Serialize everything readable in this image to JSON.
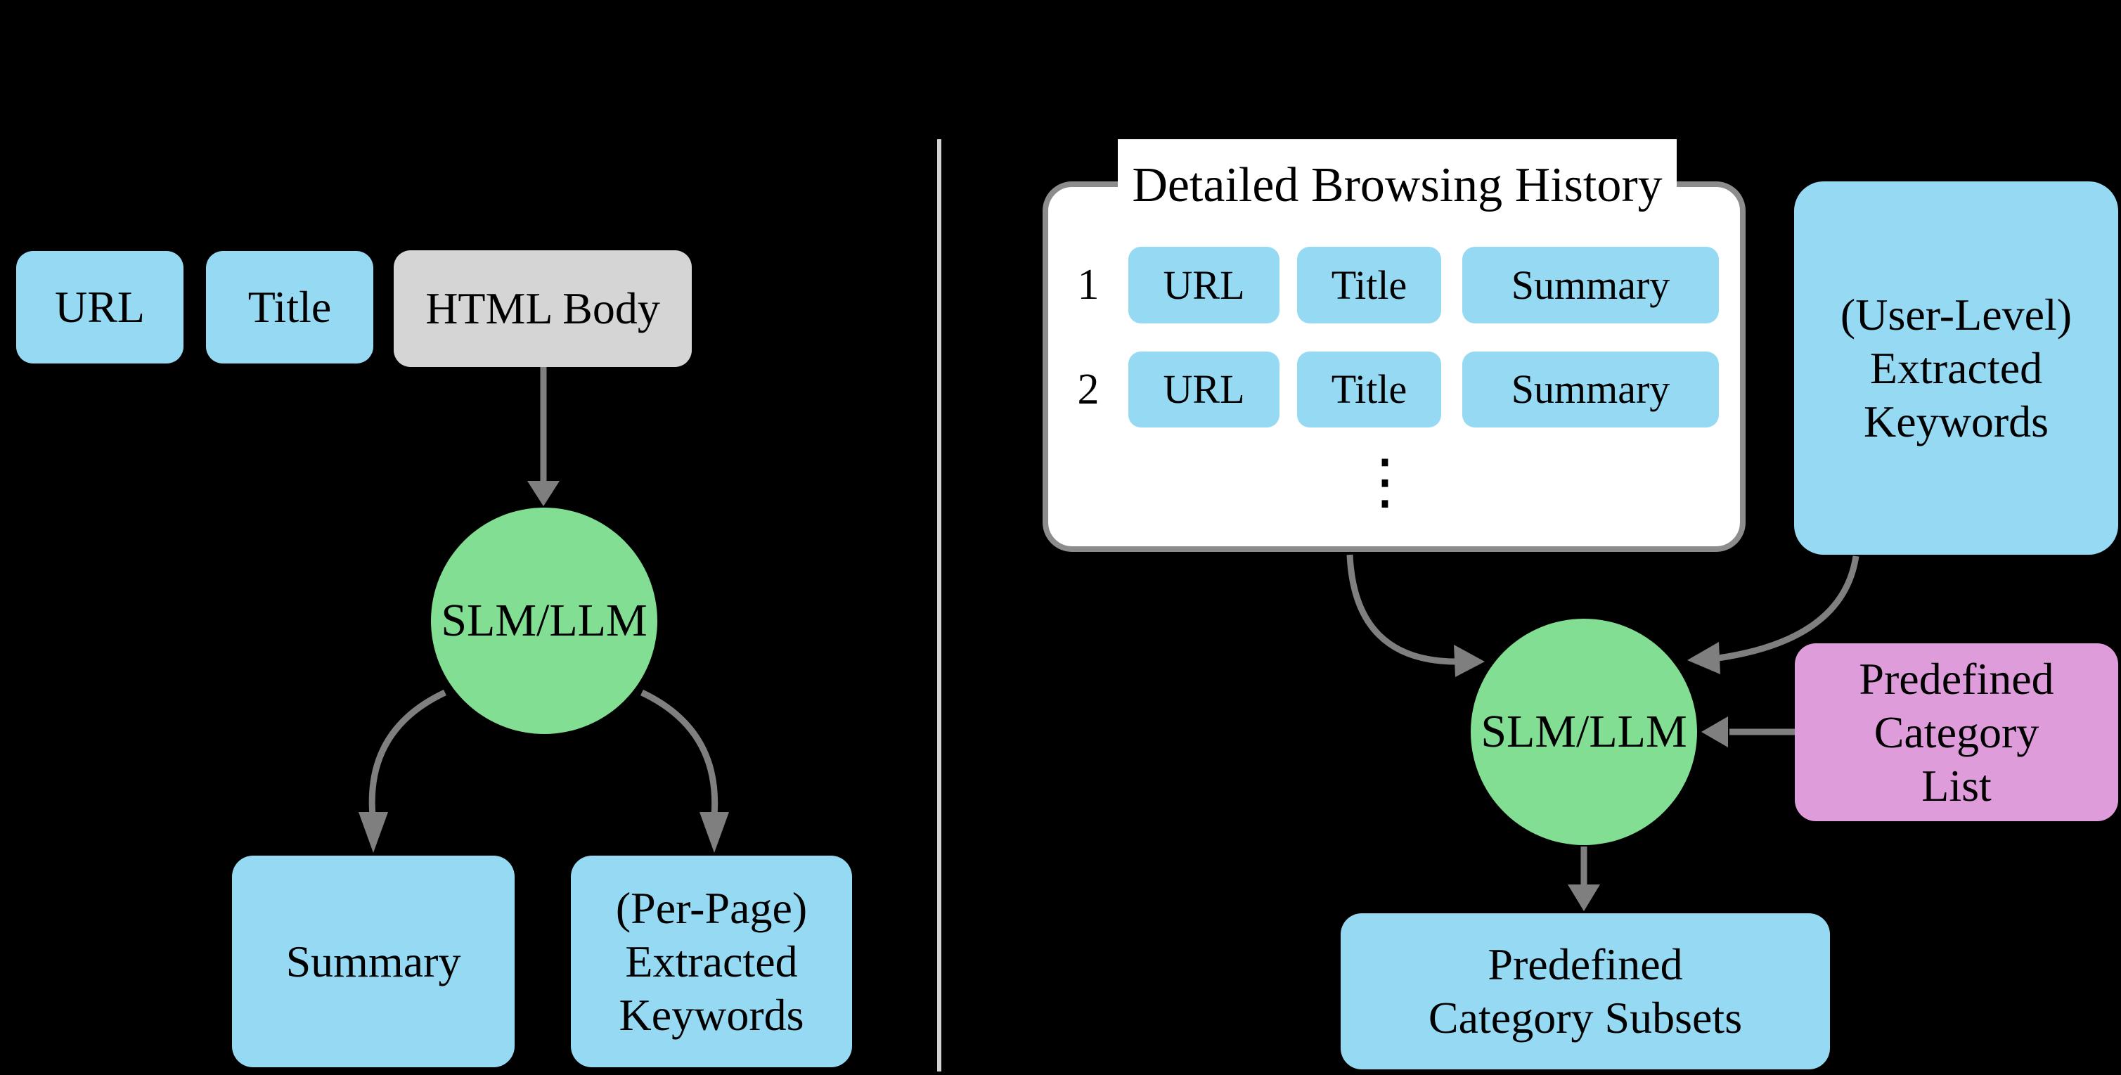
{
  "diagram": {
    "left": {
      "inputs": {
        "url": "URL",
        "title": "Title",
        "html_body": "HTML Body"
      },
      "model_label": "SLM/LLM",
      "summary_label": "Summary",
      "per_page_keywords": {
        "line1": "(Per-Page)",
        "line2": "Extracted",
        "line3": "Keywords"
      }
    },
    "right": {
      "history_title": "Detailed Browsing History",
      "rows": [
        {
          "index": "1",
          "url": "URL",
          "title": "Title",
          "summary": "Summary"
        },
        {
          "index": "2",
          "url": "URL",
          "title": "Title",
          "summary": "Summary"
        }
      ],
      "ellipsis": "⋮",
      "user_level_keywords": {
        "line1": "(User-Level)",
        "line2": "Extracted",
        "line3": "Keywords"
      },
      "model_label": "SLM/LLM",
      "category_list": {
        "line1": "Predefined",
        "line2": "Category",
        "line3": "List"
      },
      "category_subsets": {
        "line1": "Predefined",
        "line2": "Category Subsets"
      }
    },
    "colors": {
      "background": "#000000",
      "node_blue": "#95D9F3",
      "node_gray": "#D5D5D5",
      "node_green": "#82DE92",
      "node_pink": "#DF9CDB",
      "arrow_gray": "#7F7F7F",
      "card_border": "#8C8C8C",
      "card_background": "#FFFFFF",
      "divider_gray": "#D3D3D3",
      "text": "#000000"
    }
  }
}
